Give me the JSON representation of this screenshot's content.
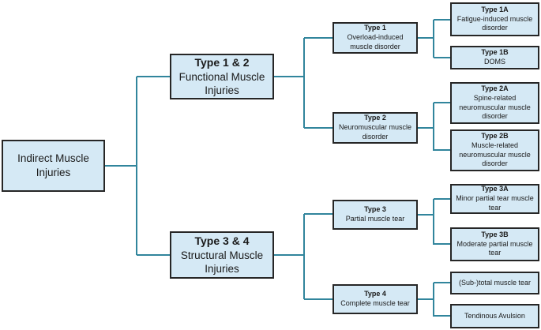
{
  "diagram": {
    "nodes": {
      "root": {
        "title": "",
        "body": "Indirect Muscle Injuries"
      },
      "t12": {
        "title": "Type 1 & 2",
        "body": "Functional Muscle Injuries"
      },
      "t34": {
        "title": "Type 3 & 4",
        "body": "Structural Muscle Injuries"
      },
      "t1": {
        "title": "Type 1",
        "body": "Overload-induced muscle disorder"
      },
      "t2": {
        "title": "Type 2",
        "body": "Neuromuscular muscle disorder"
      },
      "t3": {
        "title": "Type 3",
        "body": "Partial muscle tear"
      },
      "t4": {
        "title": "Type 4",
        "body": "Complete muscle tear"
      },
      "t1a": {
        "title": "Type 1A",
        "body": "Fatigue-induced muscle disorder"
      },
      "t1b": {
        "title": "Type 1B",
        "body": "DOMS"
      },
      "t2a": {
        "title": "Type 2A",
        "body": "Spine-related neuromuscular muscle disorder"
      },
      "t2b": {
        "title": "Type 2B",
        "body": "Muscle-related neuromuscular muscle disorder"
      },
      "t3a": {
        "title": "Type 3A",
        "body": "Minor partial tear muscle tear"
      },
      "t3b": {
        "title": "Type 3B",
        "body": "Moderate partial muscle tear"
      },
      "subtotal": {
        "title": "",
        "body": "(Sub-)total muscle tear"
      },
      "avulsion": {
        "title": "",
        "body": "Tendinous Avulsion"
      }
    },
    "colors": {
      "box_fill": "#d5e9f5",
      "box_border": "#262626",
      "connector": "#31859c",
      "background": "#ffffff"
    }
  }
}
